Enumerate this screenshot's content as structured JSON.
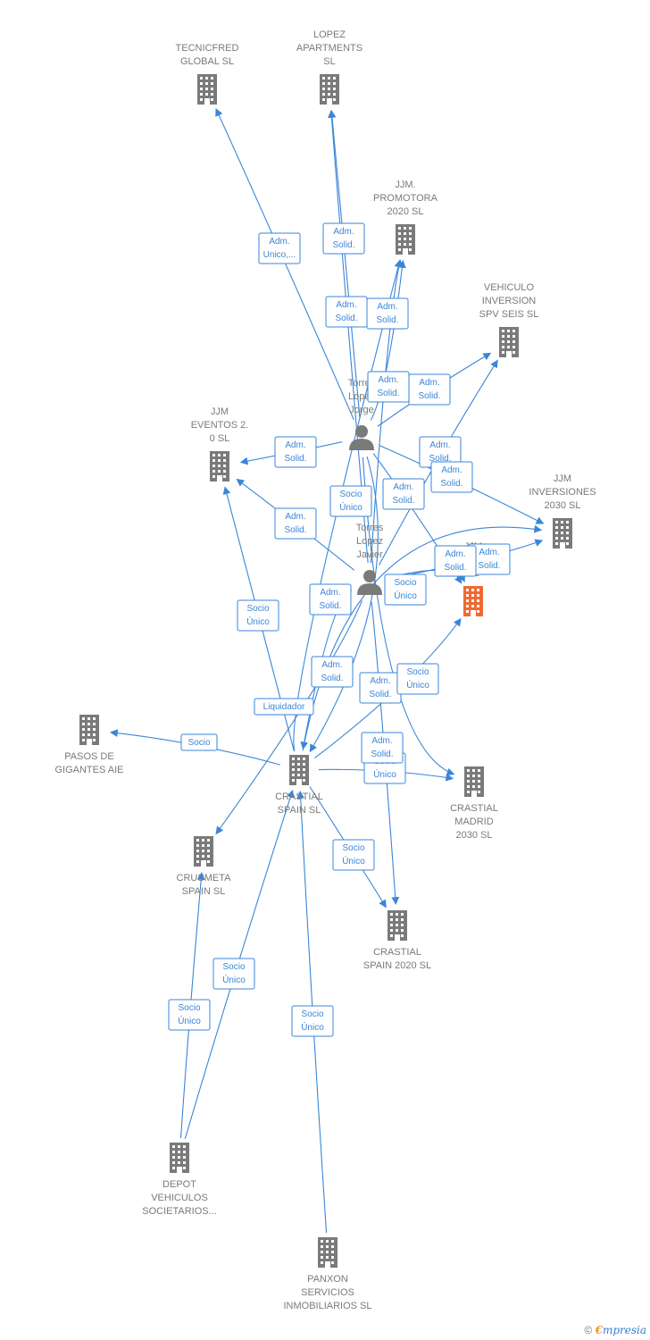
{
  "colors": {
    "edge": "#3a86d8",
    "company": "#7a7a7a",
    "person": "#7a7a7a",
    "focus": "#ef6a32"
  },
  "nodes": [
    {
      "id": "tecnicfred",
      "type": "company",
      "label": [
        "TECNICFRED",
        "GLOBAL  SL"
      ]
    },
    {
      "id": "lopez_apts",
      "type": "company",
      "label": [
        "LOPEZ",
        "APARTMENTS",
        "SL"
      ]
    },
    {
      "id": "jjm_promotora",
      "type": "company",
      "label": [
        "JJM.",
        "PROMOTORA",
        "2020  SL"
      ]
    },
    {
      "id": "vehiculo_inv",
      "type": "company",
      "label": [
        "VEHICULO",
        "INVERSION",
        "SPV SEIS  SL"
      ]
    },
    {
      "id": "jjm_eventos",
      "type": "company",
      "label": [
        "JJM",
        "EVENTOS 2.",
        "0  SL"
      ]
    },
    {
      "id": "jjm_inversiones",
      "type": "company",
      "label": [
        "JJM",
        "INVERSIONES",
        "2030  SL"
      ]
    },
    {
      "id": "torres_jorge",
      "type": "person",
      "label": [
        "Torres",
        "Lopez",
        "Jorge"
      ]
    },
    {
      "id": "torres_javier",
      "type": "person",
      "label": [
        "Torres",
        "Lopez",
        "Javier"
      ]
    },
    {
      "id": "jjm_focus",
      "type": "focus",
      "label": [
        "JJM",
        "CONSULTORIA",
        "SL"
      ]
    },
    {
      "id": "pasos",
      "type": "company",
      "label": [
        "PASOS DE",
        "GIGANTES AIE"
      ]
    },
    {
      "id": "crastial_spain",
      "type": "company",
      "label": [
        "CRASTIAL",
        "SPAIN  SL"
      ]
    },
    {
      "id": "crastial_madrid",
      "type": "company",
      "label": [
        "CRASTIAL",
        "MADRID",
        "2030  SL"
      ]
    },
    {
      "id": "crusmeta",
      "type": "company",
      "label": [
        "CRUSMETA",
        "SPAIN  SL"
      ]
    },
    {
      "id": "crastial_2020",
      "type": "company",
      "label": [
        "CRASTIAL",
        "SPAIN 2020  SL"
      ]
    },
    {
      "id": "depot",
      "type": "company",
      "label": [
        "DEPOT",
        "VEHICULOS",
        "SOCIETARIOS..."
      ]
    },
    {
      "id": "panxon",
      "type": "company",
      "label": [
        "PANXON",
        "SERVICIOS",
        "INMOBILIARIOS SL"
      ]
    }
  ],
  "edges": [
    {
      "from": "torres_jorge",
      "to": "tecnicfred",
      "label": [
        "Adm.",
        "Unico,..."
      ]
    },
    {
      "from": "torres_jorge",
      "to": "lopez_apts",
      "label": [
        "Adm.",
        "Solid."
      ]
    },
    {
      "from": "torres_javier",
      "to": "lopez_apts",
      "label": [
        "Adm.",
        "Solid."
      ]
    },
    {
      "from": "torres_jorge",
      "to": "jjm_promotora",
      "label": [
        "Adm.",
        "Solid."
      ]
    },
    {
      "from": "torres_javier",
      "to": "jjm_promotora",
      "label": [
        "Adm.",
        "Solid."
      ]
    },
    {
      "from": "torres_jorge",
      "to": "vehiculo_inv",
      "label": [
        "Adm.",
        "Solid."
      ]
    },
    {
      "from": "torres_javier",
      "to": "vehiculo_inv",
      "label": [
        "Adm.",
        "Solid."
      ]
    },
    {
      "from": "torres_jorge",
      "to": "jjm_eventos",
      "label": [
        "Adm.",
        "Solid."
      ]
    },
    {
      "from": "torres_javier",
      "to": "jjm_eventos",
      "label": [
        "Adm.",
        "Solid."
      ]
    },
    {
      "from": "torres_jorge",
      "to": "jjm_inversiones",
      "label": [
        "Adm.",
        "Solid."
      ]
    },
    {
      "from": "torres_javier",
      "to": "jjm_inversiones",
      "label": [
        "Adm.",
        "Solid."
      ]
    },
    {
      "from": "crastial_spain",
      "to": "jjm_inversiones",
      "label": [
        "Socio",
        "Único"
      ]
    },
    {
      "from": "torres_jorge",
      "to": "jjm_focus",
      "label": [
        "Adm.",
        "Solid."
      ]
    },
    {
      "from": "torres_javier",
      "to": "jjm_focus",
      "label": [
        "Adm.",
        "Solid."
      ]
    },
    {
      "from": "torres_jorge",
      "to": "crastial_spain",
      "label": [
        "Socio",
        "Único"
      ]
    },
    {
      "from": "torres_javier",
      "to": "crastial_spain",
      "label": [
        "Adm.",
        "Solid."
      ]
    },
    {
      "from": "crastial_spain",
      "to": "jjm_eventos",
      "label": [
        "Socio",
        "Único"
      ]
    },
    {
      "from": "crastial_spain",
      "to": "jjm_promotora",
      "label": [
        "Liquidador"
      ]
    },
    {
      "from": "crastial_spain",
      "to": "pasos",
      "label": [
        "Socio"
      ]
    },
    {
      "from": "torres_javier",
      "to": "crusmeta",
      "label": [
        "Adm.",
        "Solid."
      ]
    },
    {
      "from": "crastial_spain",
      "to": "crastial_madrid",
      "label": [
        "Socio",
        "Único"
      ]
    },
    {
      "from": "crastial_spain",
      "to": "crastial_2020",
      "label": [
        "Socio",
        "Único"
      ]
    },
    {
      "from": "torres_jorge",
      "to": "crastial_madrid",
      "label": [
        "Adm.",
        "Solid."
      ]
    },
    {
      "from": "torres_javier",
      "to": "crastial_2020",
      "label": [
        "Adm.",
        "Solid."
      ]
    },
    {
      "from": "crastial_spain",
      "to": "jjm_focus",
      "label": [
        "Socio",
        "Único"
      ]
    },
    {
      "from": "depot",
      "to": "crusmeta",
      "label": [
        "Socio",
        "Único"
      ]
    },
    {
      "from": "depot",
      "to": "crastial_spain",
      "label": [
        "Socio",
        "Único"
      ]
    },
    {
      "from": "panxon",
      "to": "crastial_spain",
      "label": [
        "Socio",
        "Único"
      ]
    }
  ],
  "footer": {
    "copyright": "©",
    "brand_first": "€",
    "brand_rest": "mpresia"
  }
}
